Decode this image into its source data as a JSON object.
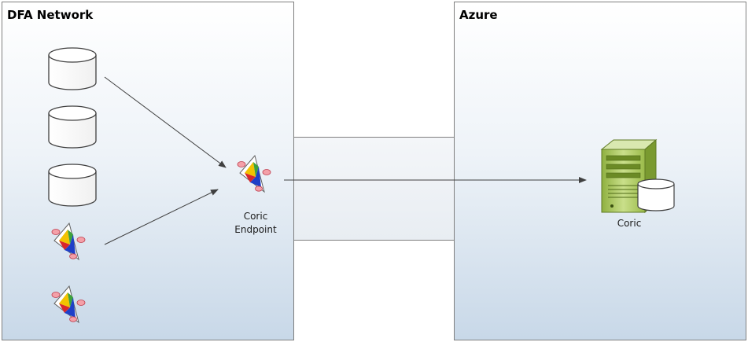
{
  "zones": {
    "left_title": "DFA Network",
    "right_title": "Azure"
  },
  "nodes": {
    "endpoint_line1": "Coric",
    "endpoint_line2": "Endpoint",
    "server_label": "Coric"
  },
  "icons": {
    "database": "database-icon",
    "endpoint": "coric-endpoint-icon",
    "server": "server-icon"
  },
  "colors": {
    "zone_border": "#7f7f7f",
    "arrow": "#404040",
    "zone_gradient_bottom": "#c8d8e8"
  }
}
